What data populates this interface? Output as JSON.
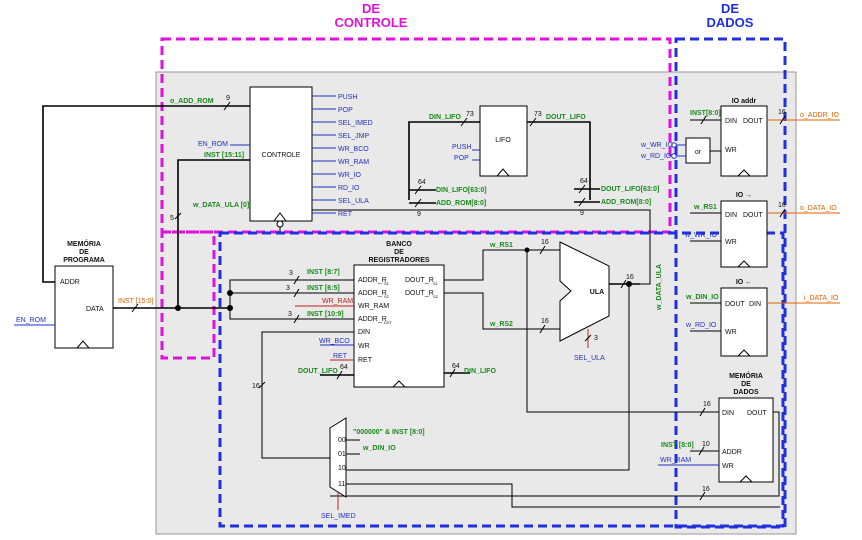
{
  "headers": {
    "control_l1": "DE",
    "control_l2": "CONTROLE",
    "data_l1": "DE",
    "data_l2": "DADOS"
  },
  "blocks": {
    "prog_mem": [
      "MEMÓRIA",
      "DE",
      "PROGRAMA"
    ],
    "controle": "CONTROLE",
    "lifo": "LIFO",
    "banco": [
      "BANCO",
      "DE",
      "REGISTRADORES"
    ],
    "ula": "ULA",
    "data_mem": [
      "MEMÓRIA",
      "DE",
      "DADOS"
    ],
    "io_addr": "IO addr",
    "io_out": "IO →",
    "io_in": "IO ←",
    "or_gate": "or"
  },
  "ports": {
    "addr": "ADDR",
    "data": "DATA",
    "din": "DIN",
    "dout": "DOUT",
    "wr": "WR",
    "ret": "RET",
    "rb_addr1": "ADDR_R",
    "rb_sub1": "S1",
    "rb_addr2": "ADDR_R",
    "rb_sub2": "S2",
    "rb_wr_ram": "WR_RAM",
    "rb_addr_dst": "ADDR_R",
    "rb_subdst": "DST",
    "rb_dout1": "DOUT_R",
    "rb_dout2": "DOUT_R",
    "mux_00": "00",
    "mux_01": "01",
    "mux_10": "10",
    "mux_11": "11"
  },
  "control_outputs": [
    "PUSH",
    "POP",
    "SEL_IMED",
    "SEL_JMP",
    "WR_BCO",
    "WR_RAM",
    "WR_IO",
    "RD_IO",
    "SEL_ULA",
    "RET"
  ],
  "signals": {
    "o_add_rom": "o_ADD_ROM",
    "en_rom": "EN_ROM",
    "inst_15_11": "INST [15:11]",
    "w_data_ula_0": "w_DATA_ULA [0]",
    "inst_15_0": "INST [15:0]",
    "din_lifo": "DIN_LIFO",
    "dout_lifo": "DOUT_LIFO",
    "push": "PUSH",
    "pop": "POP",
    "din_lifo_63": "DIN_LIFO[63:0]",
    "add_rom_8": "ADD_ROM[8:0]",
    "dout_lifo_63": "DOUT_LIFO[63:0]",
    "inst_8_7": "INST [8:7]",
    "inst_6_5": "INST [6:5]",
    "wr_ram": "WR_RAM",
    "inst_10_9": "INST [10:9]",
    "wr_bco": "WR_BCO",
    "ret": "RET",
    "w_rs1": "w_RS1",
    "w_rs2": "w_RS2",
    "w_data_ula": "w_DATA_ULA",
    "sel_ula": "SEL_ULA",
    "inst_8_0": "INST[8:0]",
    "w_wr_io": "w_WR_IO",
    "w_rd_io": "w_RD_IO",
    "o_addr_io": "o_ADDR_IO",
    "o_data_io": "o_DATA_IO",
    "w_din_io": "w_DIN_IO",
    "i_data_io": "i_DATA_IO",
    "imm": "\"000000\" & INST [8:0]",
    "sel_imed": "SEL_IMED",
    "inst_8_0_sp": "INST [8:0]"
  },
  "widths": {
    "w9": "9",
    "w5": "5",
    "w73": "73",
    "w64": "64",
    "w3": "3",
    "w16": "16",
    "w10": "10"
  },
  "colors": {
    "control_region": "#e010e0",
    "data_region": "#2030e0",
    "inputs": "#2030c0",
    "internal": "#1a8a1a",
    "ram": "#c02020",
    "io_ports": "#e06000"
  }
}
